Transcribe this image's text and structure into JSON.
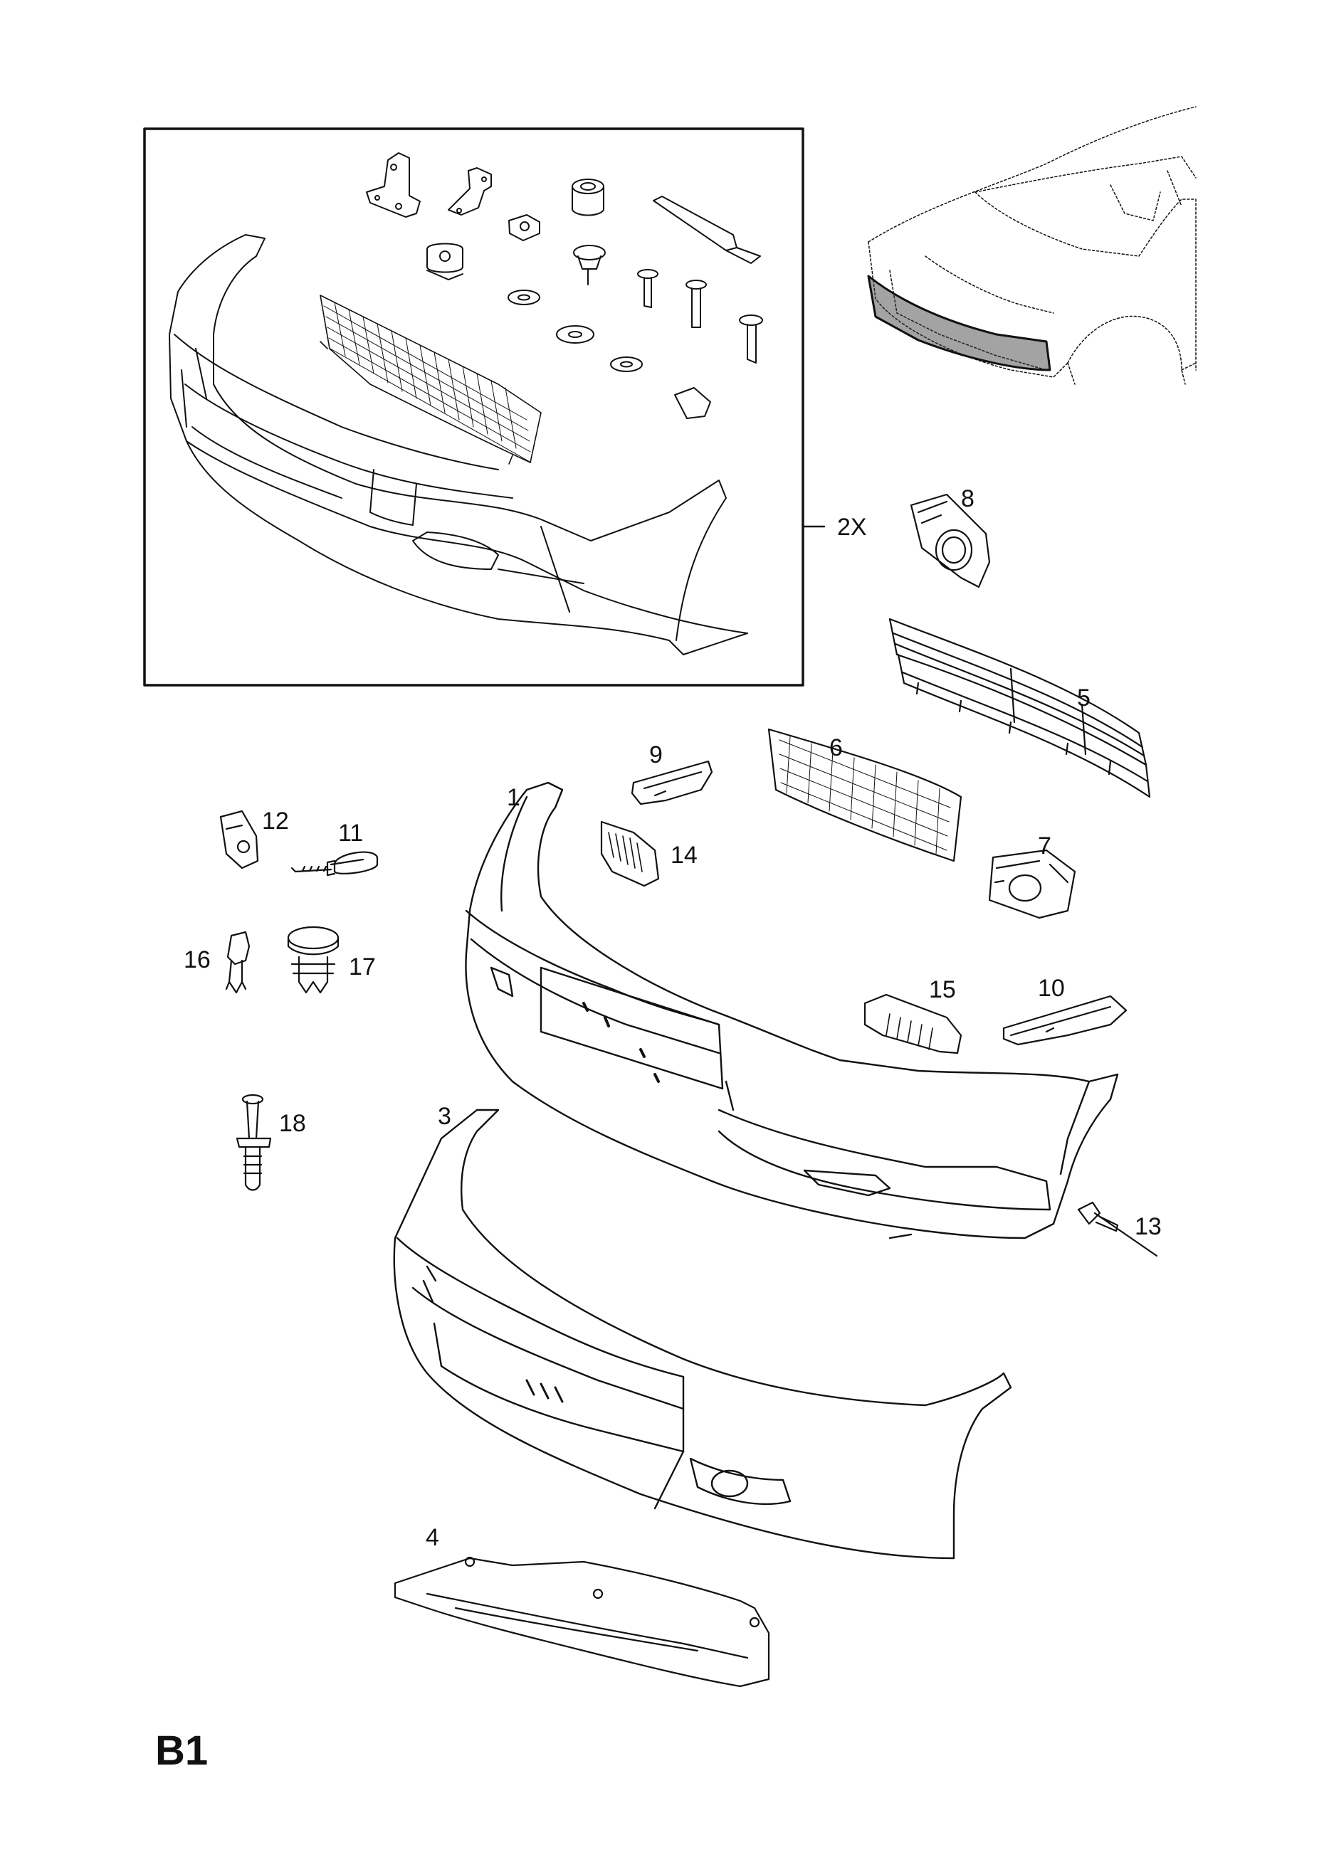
{
  "page_code": "B1",
  "kit_quantity": "2X",
  "callouts": {
    "c1": "1",
    "c3": "3",
    "c4": "4",
    "c5": "5",
    "c6": "6",
    "c7": "7",
    "c8": "8",
    "c9": "9",
    "c10": "10",
    "c11": "11",
    "c12": "12",
    "c13": "13",
    "c14": "14",
    "c15": "15",
    "c16": "16",
    "c17": "17",
    "c18": "18"
  }
}
